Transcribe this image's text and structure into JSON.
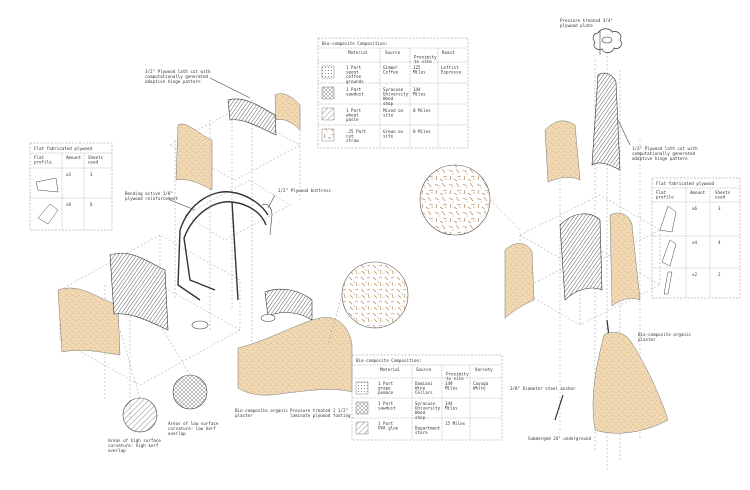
{
  "colors": {
    "ink": "#333333",
    "plaster": "#e7c28f",
    "dash": "#999999"
  },
  "left_assembly": {
    "callouts": {
      "plywood_lath": "3/2\" Plywood lath cut with computationally generated adaptive hinge pattern",
      "bending_active": "Bending active 1/8\" plywood reinforcement",
      "buttress": "1/2\" Plywood buttress",
      "plaster": "Bio-composite organic plaster",
      "footing": "Pressure treated 1 1/2\" laminate plywood footing",
      "high_curvature": "Areas of high surface curvature: high kerf overlap",
      "low_curvature": "Areas of low surface curvature: low kerf overlap"
    },
    "flat_table": {
      "title": "Flat fabricated plywood",
      "headers": [
        "Flat profile",
        "Amount",
        "Sheets used"
      ],
      "rows": [
        {
          "amount": "x3",
          "sheets": "3",
          "icon": "trapezoid-profile"
        },
        {
          "amount": "x6",
          "sheets": "6",
          "icon": "quad-profile"
        }
      ]
    }
  },
  "top_composition": {
    "title": "Bio-composite Composition:",
    "headers": [
      "Material",
      "Source",
      "Proximity to site",
      "Roast"
    ],
    "rows": [
      {
        "material": "1 Part spent coffee grounds",
        "source": "Gimme! Coffee",
        "proximity": "125 Miles",
        "extra": "Leftist Espresso",
        "icon": "coffee-grounds-icon"
      },
      {
        "material": "1 Part sawdust",
        "source": "Syracuse University Wood shop",
        "proximity": "144 Miles",
        "extra": "",
        "icon": "sawdust-icon"
      },
      {
        "material": "1 Part wheat paste",
        "source": "Mixed on site",
        "proximity": "0 Miles",
        "extra": "",
        "icon": "wheat-paste-icon"
      },
      {
        "material": ".25 Part cut straw",
        "source": "Grown on site",
        "proximity": "0 Miles",
        "extra": "",
        "icon": "straw-icon"
      }
    ]
  },
  "bottom_composition": {
    "title": "Bio-composite Composition:",
    "headers": [
      "Material",
      "Source",
      "Proximity to site",
      "Variety"
    ],
    "rows": [
      {
        "material": "1 Part grape pomace",
        "source": "Damiani Wine Cellars",
        "proximity": "149 Miles",
        "extra": "Cayuga White",
        "icon": "grape-pomace-icon"
      },
      {
        "material": "1 Part sawdust",
        "source": "Syracuse University Wood shop",
        "proximity": "144 Miles",
        "extra": "",
        "icon": "sawdust-icon"
      },
      {
        "material": "1 Part PVA glue",
        "source": "Department store",
        "proximity": "15 Miles",
        "extra": "",
        "icon": "glue-icon"
      }
    ]
  },
  "right_assembly": {
    "callouts": {
      "plate": "Pressure treated 3/4\" plywood plate",
      "plywood_lath": "1/2\" Plywood lath cut with computationally generated adaptive hinge pattern",
      "plaster": "Bio-composite organic plaster",
      "anchor": "3/8\" Diameter steel anchor",
      "submerged": "Submerged 24\" underground"
    },
    "flat_table": {
      "title": "Flat fabricated plywood",
      "headers": [
        "Flat profile",
        "Amount",
        "Sheets used"
      ],
      "rows": [
        {
          "amount": "x6",
          "sheets": "3",
          "icon": "tall-trapezoid-profile"
        },
        {
          "amount": "x4",
          "sheets": "4",
          "icon": "narrow-quad-profile"
        },
        {
          "amount": "x2",
          "sheets": "2",
          "icon": "sliver-profile"
        }
      ]
    }
  }
}
